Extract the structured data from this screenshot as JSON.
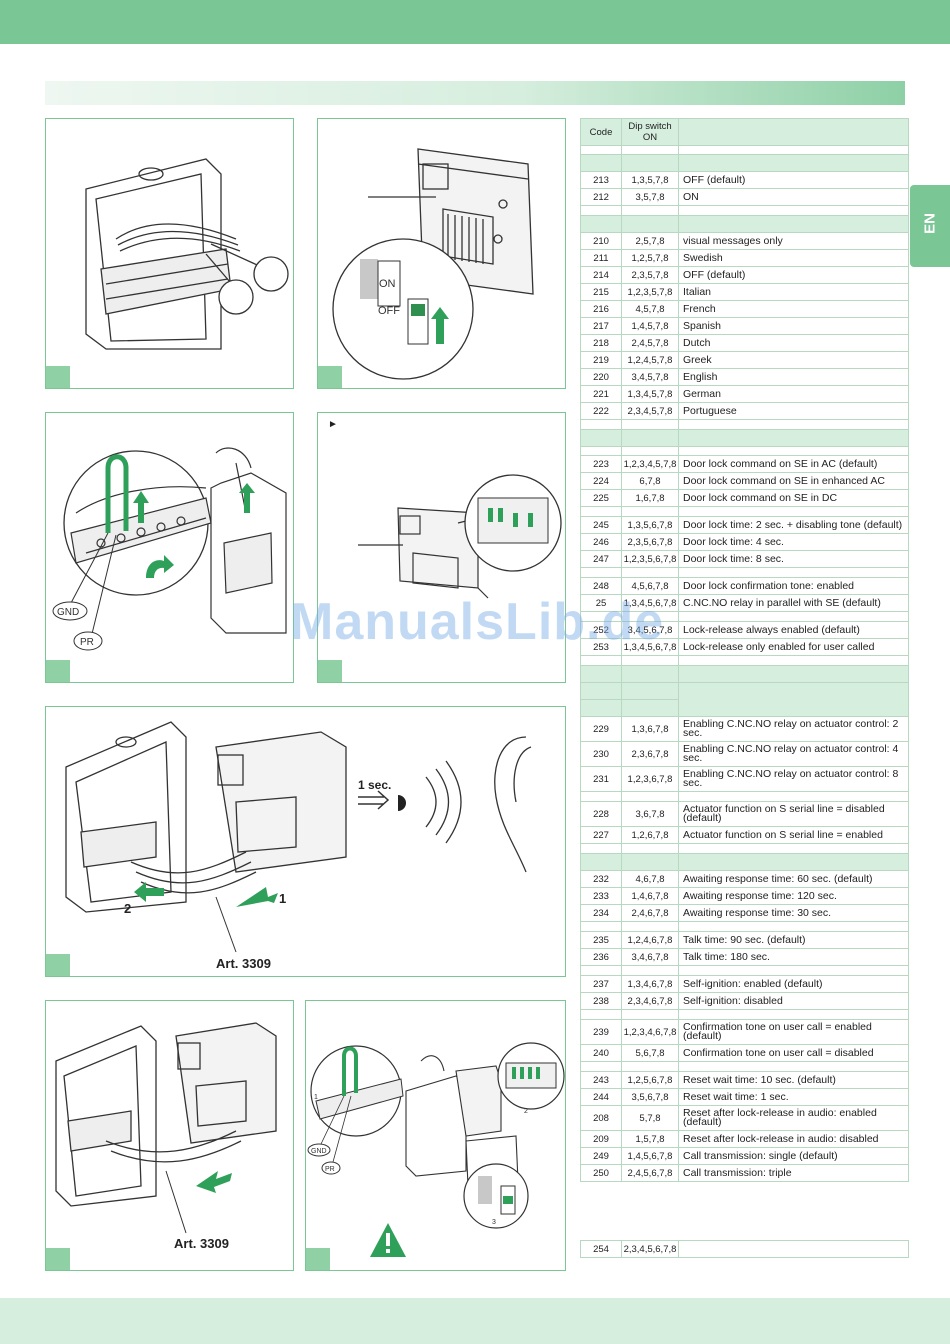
{
  "side_tab": {
    "label": "EN"
  },
  "watermark": "ManualsLib.de",
  "figures": {
    "f4": {
      "sec": "1 sec.",
      "n1": "1",
      "n2": "2",
      "art": "Art. 3309"
    },
    "f3": {
      "gnd": "GND",
      "pr": "PR"
    },
    "f2": {
      "on": "ON",
      "off": "OFF"
    },
    "f5": {
      "art": "Art. 3309"
    },
    "f6": {
      "gnd": "GND",
      "pr": "PR",
      "n1": "1",
      "n2": "2",
      "n3": "3"
    }
  },
  "table": {
    "h_code": "Code",
    "h_dip1": "Dip switch",
    "h_dip2": "ON",
    "g1": [
      {
        "code": "213",
        "dip": "1,3,5,7,8",
        "desc": "OFF (default)"
      },
      {
        "code": "212",
        "dip": "3,5,7,8",
        "desc": "ON"
      }
    ],
    "g2": [
      {
        "code": "210",
        "dip": "2,5,7,8",
        "desc": "visual messages only"
      },
      {
        "code": "211",
        "dip": "1,2,5,7,8",
        "desc": "Swedish"
      },
      {
        "code": "214",
        "dip": "2,3,5,7,8",
        "desc": "OFF (default)"
      },
      {
        "code": "215",
        "dip": "1,2,3,5,7,8",
        "desc": "Italian"
      },
      {
        "code": "216",
        "dip": "4,5,7,8",
        "desc": "French"
      },
      {
        "code": "217",
        "dip": "1,4,5,7,8",
        "desc": "Spanish"
      },
      {
        "code": "218",
        "dip": "2,4,5,7,8",
        "desc": "Dutch"
      },
      {
        "code": "219",
        "dip": "1,2,4,5,7,8",
        "desc": "Greek"
      },
      {
        "code": "220",
        "dip": "3,4,5,7,8",
        "desc": "English"
      },
      {
        "code": "221",
        "dip": "1,3,4,5,7,8",
        "desc": "German"
      },
      {
        "code": "222",
        "dip": "2,3,4,5,7,8",
        "desc": "Portuguese"
      }
    ],
    "g3a": [
      {
        "code": "223",
        "dip": "1,2,3,4,5,7,8",
        "desc": "Door lock command on SE in AC (default)"
      },
      {
        "code": "224",
        "dip": "6,7,8",
        "desc": "Door lock command on SE in enhanced AC"
      },
      {
        "code": "225",
        "dip": "1,6,7,8",
        "desc": "Door lock command on SE in DC"
      }
    ],
    "g3b": [
      {
        "code": "245",
        "dip": "1,3,5,6,7,8",
        "desc": "Door lock time: 2 sec. + disabling tone (default)"
      },
      {
        "code": "246",
        "dip": "2,3,5,6,7,8",
        "desc": "Door lock time: 4 sec."
      },
      {
        "code": "247",
        "dip": "1,2,3,5,6,7,8",
        "desc": "Door lock time: 8 sec."
      }
    ],
    "g3c": [
      {
        "code": "248",
        "dip": "4,5,6,7,8",
        "desc": "Door lock confirmation tone: enabled"
      },
      {
        "code": "25",
        "dip": "1,3,4,5,6,7,8",
        "desc": "C.NC.NO relay in parallel with SE (default)"
      }
    ],
    "g3d": [
      {
        "code": "252",
        "dip": "3,4,5,6,7,8",
        "desc": "Lock-release always enabled (default)"
      },
      {
        "code": "253",
        "dip": "1,3,4,5,6,7,8",
        "desc": "Lock-release only enabled for user called"
      }
    ],
    "g4a": [
      {
        "code": "229",
        "dip": "1,3,6,7,8",
        "desc": "Enabling C.NC.NO relay on actuator control: 2 sec."
      },
      {
        "code": "230",
        "dip": "2,3,6,7,8",
        "desc": "Enabling C.NC.NO relay on actuator control: 4 sec."
      },
      {
        "code": "231",
        "dip": "1,2,3,6,7,8",
        "desc": "Enabling C.NC.NO relay on actuator control: 8 sec."
      }
    ],
    "g4b": [
      {
        "code": "228",
        "dip": "3,6,7,8",
        "desc": "Actuator function on S serial line = disabled (default)"
      },
      {
        "code": "227",
        "dip": "1,2,6,7,8",
        "desc": "Actuator function on S serial line = enabled"
      }
    ],
    "g5a": [
      {
        "code": "232",
        "dip": "4,6,7,8",
        "desc": "Awaiting response time: 60 sec. (default)"
      },
      {
        "code": "233",
        "dip": "1,4,6,7,8",
        "desc": "Awaiting response time: 120 sec."
      },
      {
        "code": "234",
        "dip": "2,4,6,7,8",
        "desc": "Awaiting response time: 30 sec."
      }
    ],
    "g5b": [
      {
        "code": "235",
        "dip": "1,2,4,6,7,8",
        "desc": "Talk time: 90 sec. (default)"
      },
      {
        "code": "236",
        "dip": "3,4,6,7,8",
        "desc": "Talk time: 180 sec."
      }
    ],
    "g5c": [
      {
        "code": "237",
        "dip": "1,3,4,6,7,8",
        "desc": "Self-ignition: enabled (default)"
      },
      {
        "code": "238",
        "dip": "2,3,4,6,7,8",
        "desc": "Self-ignition: disabled"
      }
    ],
    "g5d": [
      {
        "code": "239",
        "dip": "1,2,3,4,6,7,8",
        "desc": "Confirmation tone on user call = enabled (default)"
      },
      {
        "code": "240",
        "dip": "5,6,7,8",
        "desc": "Confirmation tone on user call = disabled"
      }
    ],
    "g5e": [
      {
        "code": "243",
        "dip": "1,2,5,6,7,8",
        "desc": "Reset wait time: 10 sec. (default)"
      },
      {
        "code": "244",
        "dip": "3,5,6,7,8",
        "desc": "Reset wait time: 1 sec."
      },
      {
        "code": "208",
        "dip": "5,7,8",
        "desc": "Reset after lock-release in audio: enabled (default)"
      },
      {
        "code": "209",
        "dip": "1,5,7,8",
        "desc": "Reset after lock-release in audio: disabled"
      },
      {
        "code": "249",
        "dip": "1,4,5,6,7,8",
        "desc": "Call transmission: single (default)"
      },
      {
        "code": "250",
        "dip": "2,4,5,6,7,8",
        "desc": "Call transmission: triple"
      }
    ],
    "g6": [
      {
        "code": "254",
        "dip": "2,3,4,5,6,7,8",
        "desc": ""
      }
    ]
  }
}
